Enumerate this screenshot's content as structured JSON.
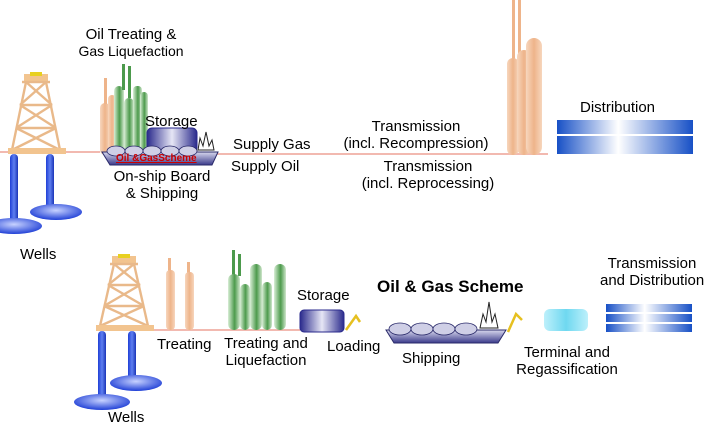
{
  "top_scheme": {
    "labels": {
      "oil_treating_line1": "Oil Treating &",
      "oil_treating_line2": "Gas Liquefaction",
      "storage": "Storage",
      "ship_badge": "Oil &GasScheme",
      "onship_line1": "On-ship Board",
      "onship_line2": "& Shipping",
      "supply_gas": "Supply Gas",
      "supply_oil": "Supply Oil",
      "transmission_gas_line1": "Transmission",
      "transmission_gas_line2": "(incl. Recompression)",
      "transmission_oil_line1": "Transmission",
      "transmission_oil_line2": "(incl. Reprocessing)",
      "distribution": "Distribution",
      "wells": "Wells"
    }
  },
  "bottom_scheme": {
    "labels": {
      "title": "Oil & Gas Scheme",
      "treating": "Treating",
      "treating_liq_line1": "Treating and",
      "treating_liq_line2": "Liquefaction",
      "storage": "Storage",
      "loading": "Loading",
      "shipping": "Shipping",
      "terminal_line1": "Terminal and",
      "terminal_line2": "Regassification",
      "transdist_line1": "Transmission",
      "transdist_line2": "and Distribution",
      "wells": "Wells"
    }
  },
  "colors": {
    "pipeline": "#f2b9b0",
    "derrick": "#f2c48f",
    "well_blue": "#1f3fd6",
    "tower_green": "#4c9a4c",
    "tower_peach": "#eeb48a",
    "storage_navy": "#2a2a8c",
    "distribution_blue": "#1750c6",
    "loading_arm": "#e6c020",
    "badge_red": "#cc0000",
    "terminal_cyan": "#6fd8f0"
  }
}
